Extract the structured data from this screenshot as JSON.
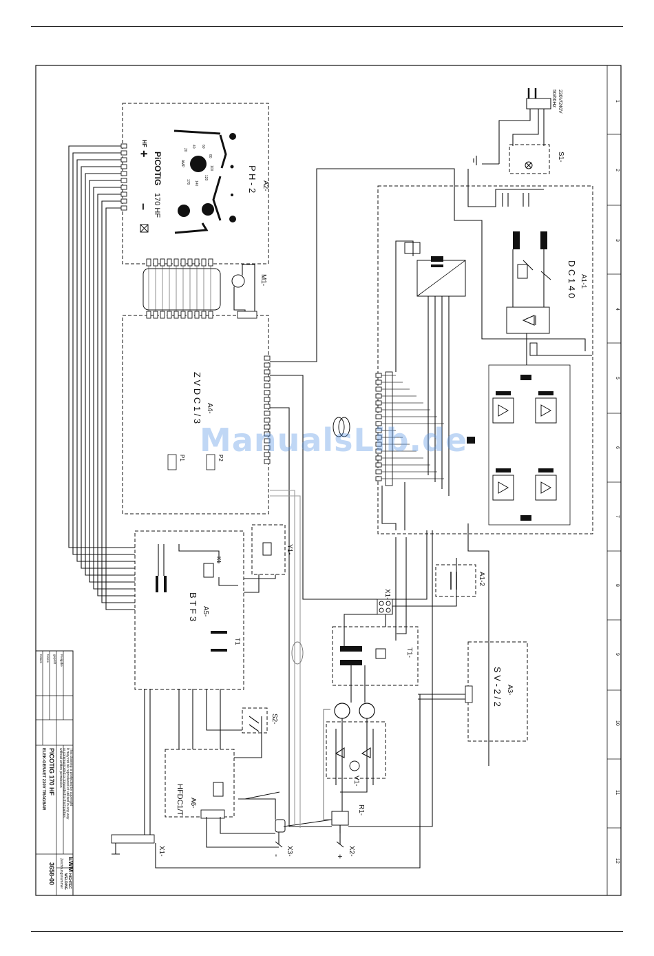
{
  "watermark": "ManualsLib.de",
  "supply": {
    "line1": "230V/240V",
    "line2": "50/60Hz"
  },
  "grid_numbers": [
    "1",
    "2",
    "3",
    "4",
    "5",
    "6",
    "7",
    "8",
    "9",
    "10",
    "11",
    "12"
  ],
  "components": {
    "A2": {
      "id": "A2-",
      "name": "P H - 2"
    },
    "A1_1": {
      "id": "A1-1",
      "name": "D C 1 4 0"
    },
    "A4": {
      "id": "A4-",
      "name": "Z V D C 1 / 3"
    },
    "A5": {
      "id": "A5-",
      "name": "B T F 3"
    },
    "A3": {
      "id": "A3-",
      "name": "S V - 2 / 2"
    },
    "A6": {
      "id": "A6-",
      "name": "HFDC1/T"
    },
    "A1_2": {
      "id": "A1-2"
    },
    "S1": {
      "id": "S1-"
    },
    "S2": {
      "id": "S2-"
    },
    "M1": {
      "id": "M1-"
    },
    "Y1": {
      "id": "Y1-"
    },
    "T1_a": {
      "id": "T1"
    },
    "T1_b": {
      "id": "T1-"
    },
    "K1": {
      "id": "K1"
    },
    "X1": {
      "id": "X1-"
    },
    "X1b": {
      "id": "X1-"
    },
    "X2": {
      "id": "X2-",
      "sign": "+"
    },
    "X3": {
      "id": "X3-",
      "sign": "-"
    },
    "R1": {
      "id": "R1-"
    },
    "V1": {
      "id": "V1-"
    },
    "P1": {
      "id": "P1"
    },
    "P2": {
      "id": "P2"
    }
  },
  "panel": {
    "brand": "PiCOTIG",
    "model": "170 HF",
    "hf": "HF",
    "plus": "+",
    "minus": "–",
    "dial_values": [
      "20",
      "40",
      "60",
      "80",
      "100",
      "120",
      "140",
      "170"
    ],
    "amp": "AMP"
  },
  "title_block": {
    "copyright_lines": [
      "This drawing is protected by copyright",
      "It may not be reproduced or utilized in any way",
      "or communicated or forwarded to third parties",
      "without written permission"
    ],
    "product": "PICOTIG 170 HF",
    "description": "ELEK-GERAET 230V TRAGBAR",
    "drawing_number_label": "Zeichnungsnummer",
    "drawing_number": "3658-00",
    "company_line1": "EWM",
    "company_line2": "HIGHTEC",
    "company_line3": "WELDING",
    "rows": [
      "Datum",
      "Name",
      "geprüft",
      "Freigabe"
    ]
  }
}
